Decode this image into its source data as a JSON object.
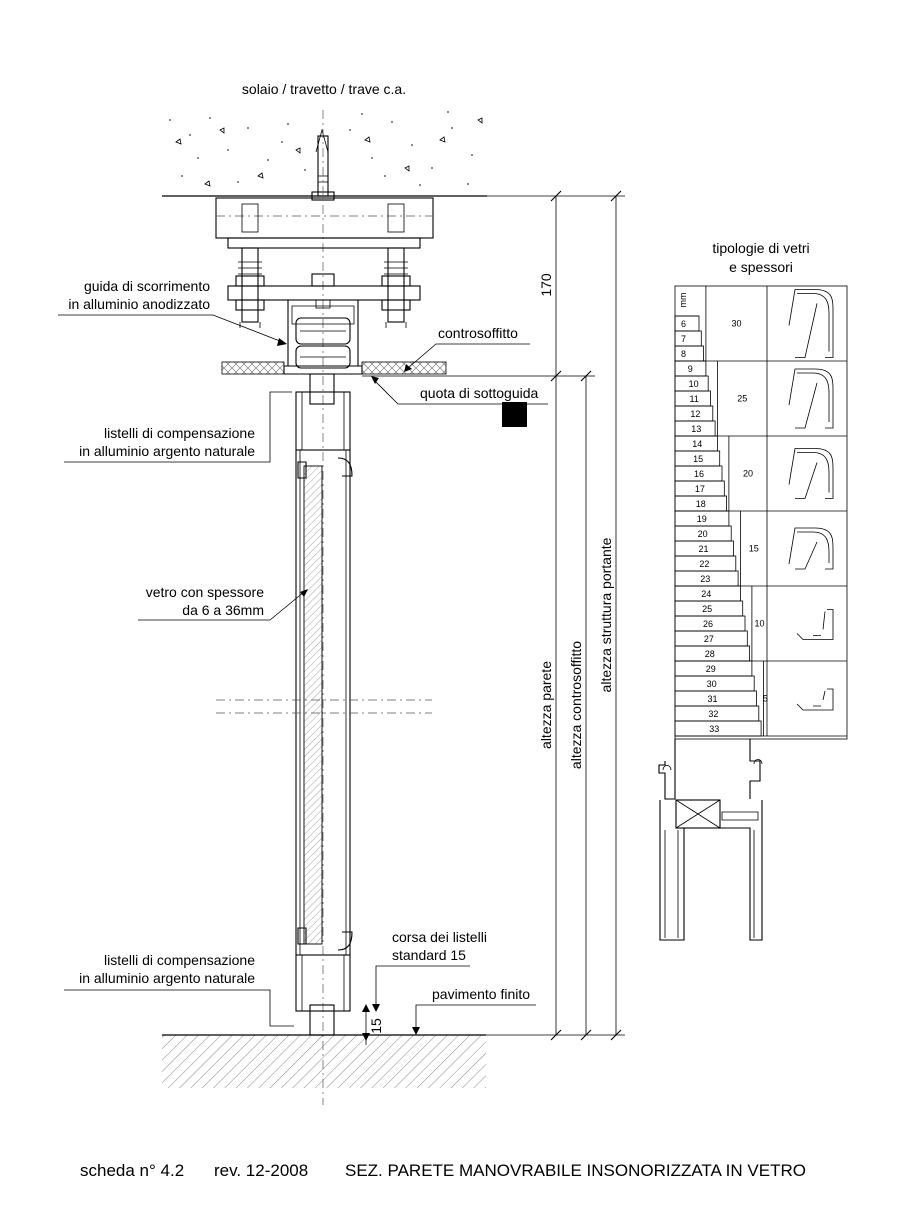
{
  "labels": {
    "ceiling": "solaio / travetto / trave c.a.",
    "guide_line1": "guida di scorrimento",
    "guide_line2": "in alluminio anodizzato",
    "false_ceiling": "controsoffitto",
    "under_guide": "quota di sottoguida",
    "strips_top_line1": "listelli di compensazione",
    "strips_top_line2": "in alluminio argento naturale",
    "glass_line1": "vetro con spessore",
    "glass_line2": "da 6 a 36mm",
    "strips_bottom_line1": "listelli di compensazione",
    "strips_bottom_line2": "in alluminio argento naturale",
    "stroke_line1": "corsa dei listelli",
    "stroke_line2": "standard 15",
    "floor": "pavimento finito"
  },
  "dimensions": {
    "top": "170",
    "bottom": "15",
    "wall_height": "altezza parete",
    "ceiling_height": "altezza controsoffitto",
    "structure_height": "altezza struttura portante"
  },
  "glass_table": {
    "title_line1": "tipologie di vetri",
    "title_line2": "e spessori",
    "unit": "mm",
    "groups": [
      {
        "thicknesses": [
          "6",
          "7",
          "8"
        ],
        "strip": "30"
      },
      {
        "thicknesses": [
          "9",
          "10",
          "11",
          "12",
          "13"
        ],
        "strip": "25"
      },
      {
        "thicknesses": [
          "14",
          "15",
          "16",
          "17",
          "18"
        ],
        "strip": "20"
      },
      {
        "thicknesses": [
          "19",
          "20",
          "21",
          "22",
          "23"
        ],
        "strip": "15"
      },
      {
        "thicknesses": [
          "24",
          "25",
          "26",
          "27",
          "28"
        ],
        "strip": "10"
      },
      {
        "thicknesses": [
          "29",
          "30",
          "31",
          "32",
          "33"
        ],
        "strip": "5"
      }
    ]
  },
  "footer": {
    "sheet": "scheda n° 4.2",
    "revision": "rev. 12-2008",
    "title": "SEZ. PARETE MANOVRABILE INSONORIZZATA IN VETRO"
  }
}
